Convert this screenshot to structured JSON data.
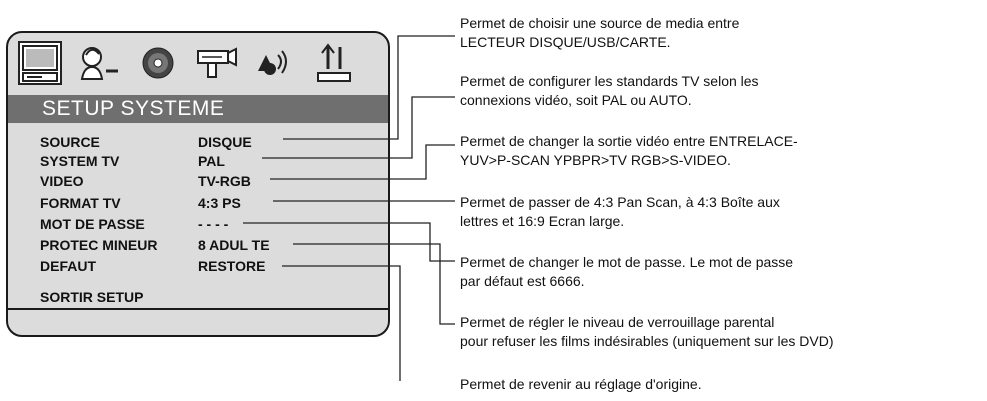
{
  "menu": {
    "title": "SETUP SYSTEME",
    "icons": [
      "monitor-icon",
      "user-language-icon",
      "disc-icon",
      "video-camera-icon",
      "speaker-audio-icon",
      "sort-arrows-icon"
    ],
    "items": [
      {
        "label": "SOURCE",
        "value": "DISQUE"
      },
      {
        "label": "SYSTEM TV",
        "value": "PAL"
      },
      {
        "label": "VIDEO",
        "value": "TV-RGB"
      },
      {
        "label": "FORMAT TV",
        "value": "4:3 PS"
      },
      {
        "label": "MOT DE PASSE",
        "value": "- - - -"
      },
      {
        "label": "PROTEC MINEUR",
        "value": "8 ADUL TE"
      },
      {
        "label": "DEFAUT",
        "value": "RESTORE"
      }
    ],
    "exit_label": "SORTIR SETUP"
  },
  "descriptions": [
    [
      "Permet de choisir une source de media entre",
      "LECTEUR DISQUE/USB/CARTE."
    ],
    [
      "Permet de configurer les standards TV selon les",
      "connexions vidéo, soit PAL ou AUTO."
    ],
    [
      "Permet de changer la sortie vidéo entre ENTRELACE-",
      "YUV>P-SCAN YPBPR>TV RGB>S-VIDEO."
    ],
    [
      "Permet de passer de 4:3 Pan Scan, à 4:3 Boîte aux",
      "lettres et 16:9 Ecran large."
    ],
    [
      "Permet de changer le mot de passe. Le mot de passe",
      "par défaut est 6666."
    ],
    [
      "Permet de régler le niveau de verrouillage parental",
      "pour refuser les films indésirables (uniquement sur les DVD)"
    ],
    [
      "Permet de revenir au réglage d'origine."
    ]
  ]
}
